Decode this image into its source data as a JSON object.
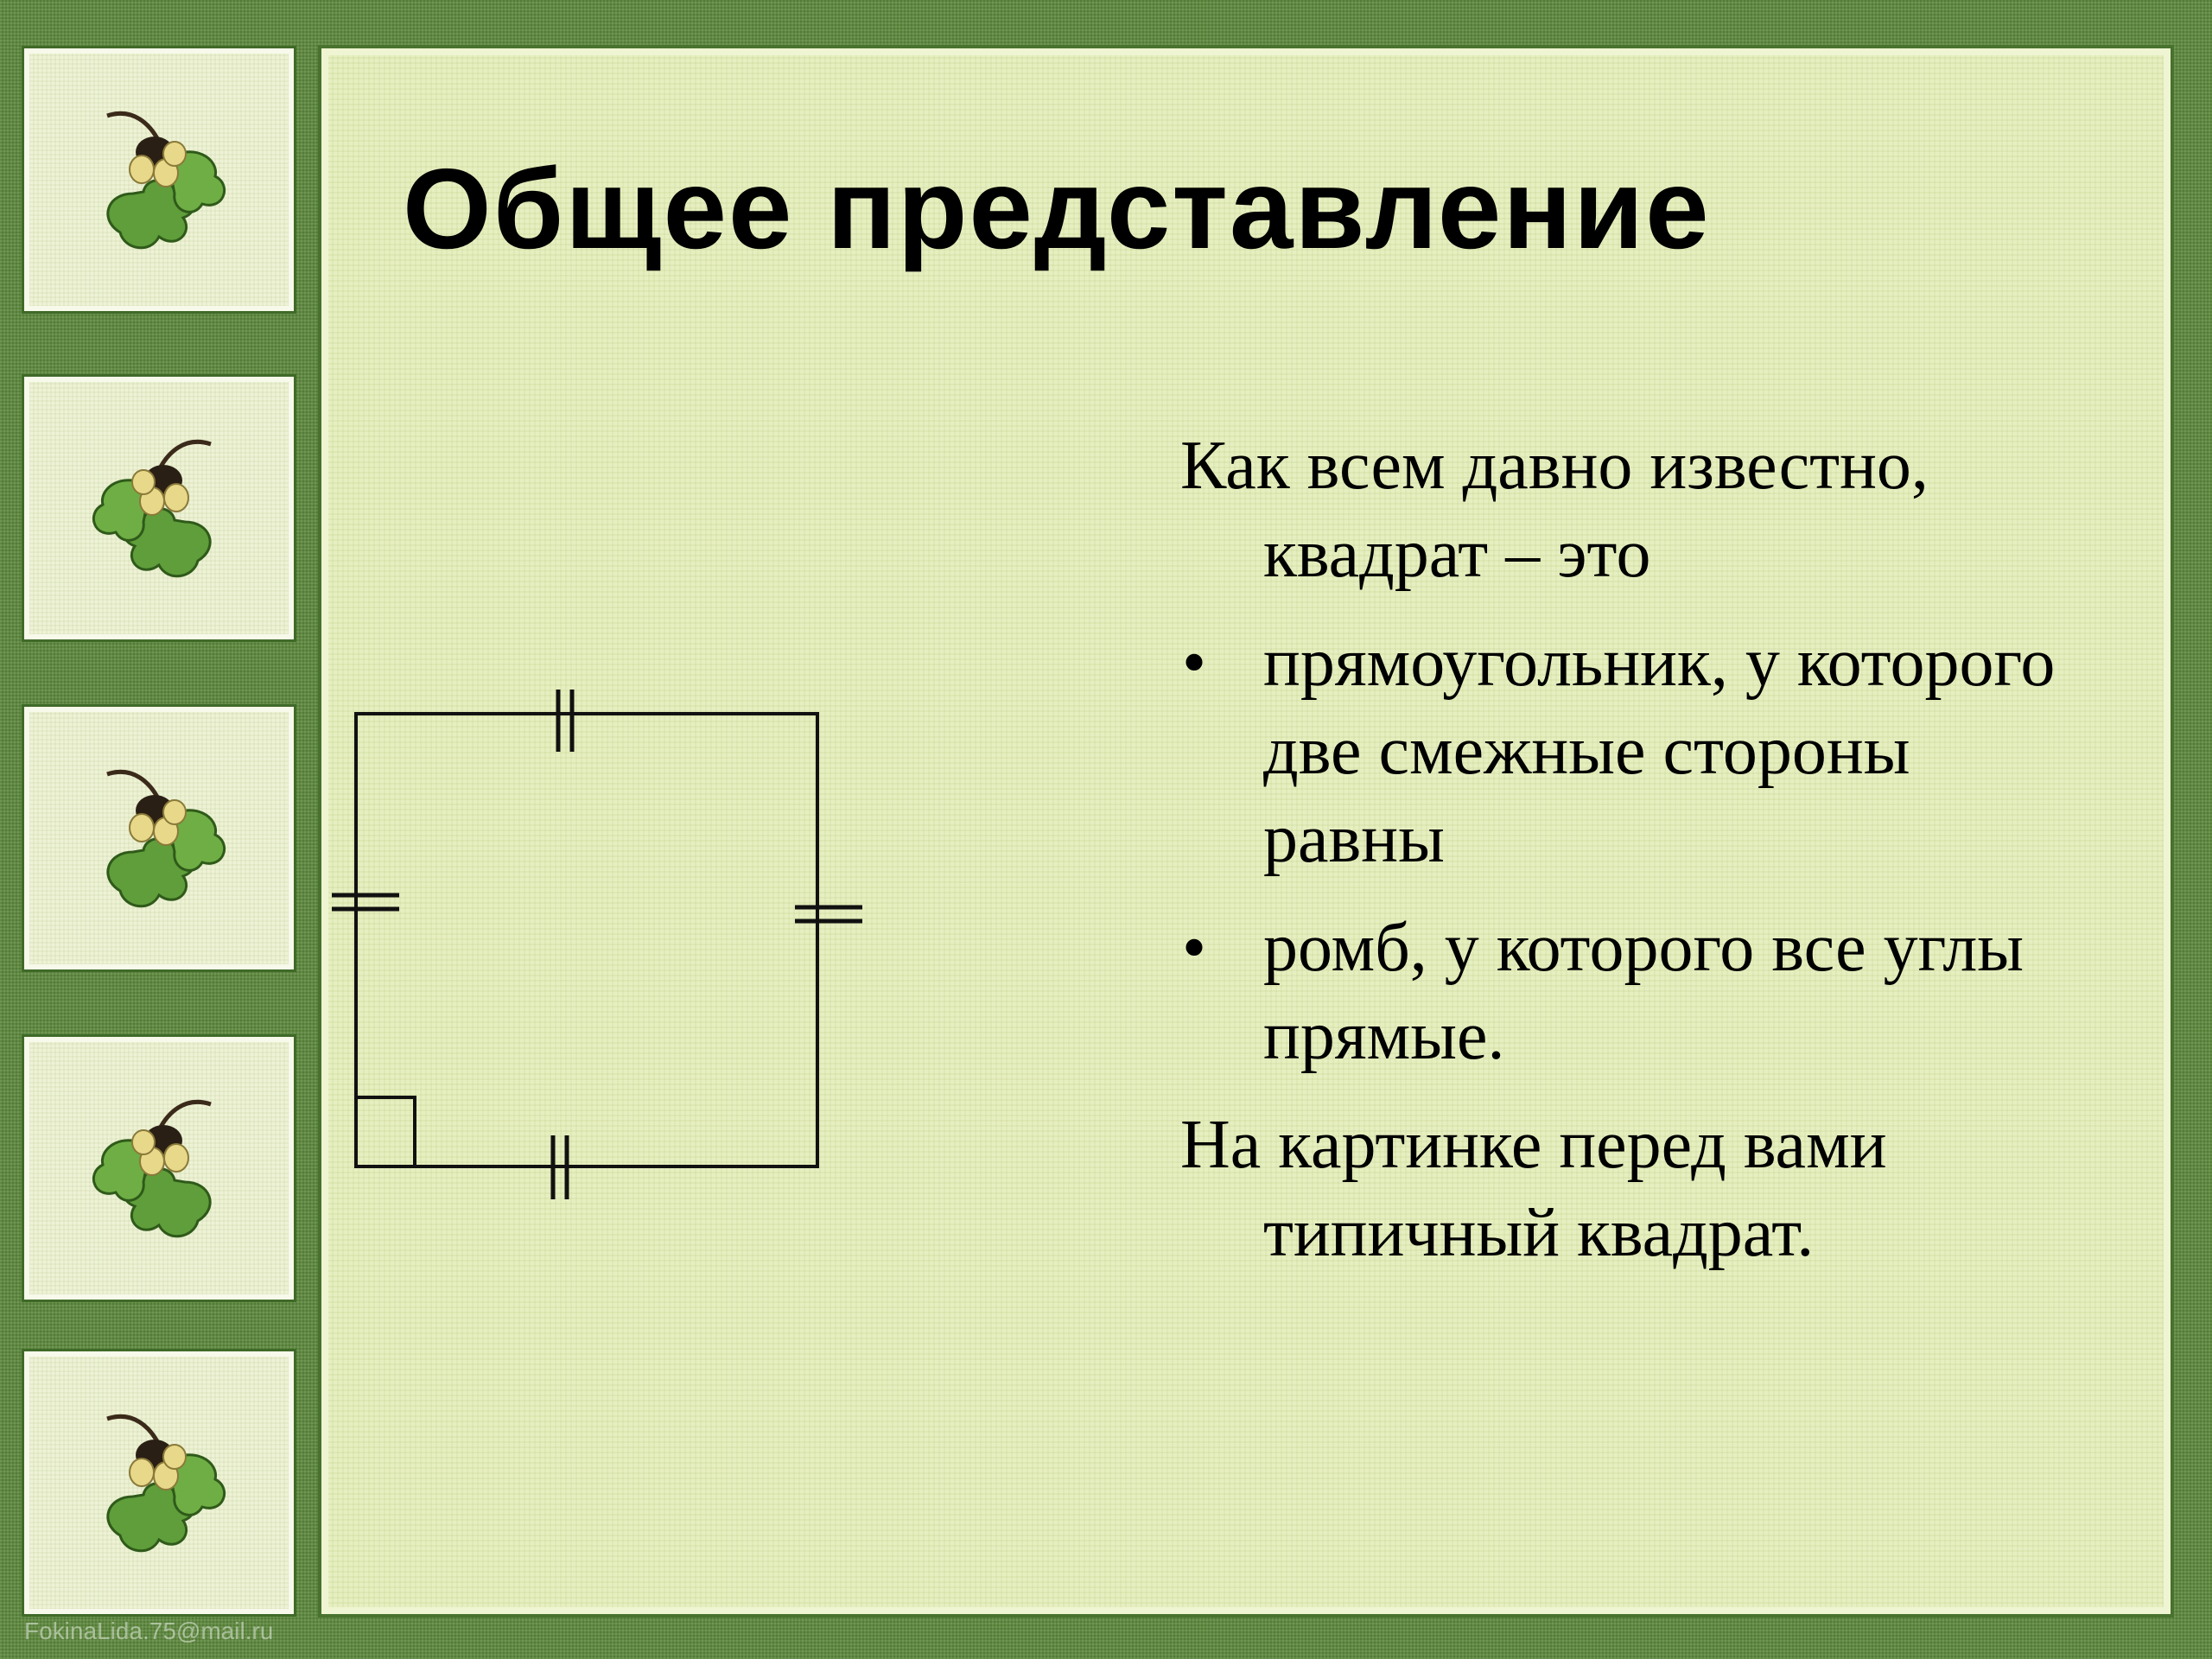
{
  "slide": {
    "title": "Общее представление",
    "intro": "Как всем давно известно, квадрат – это",
    "bullets": [
      {
        "marker": "•",
        "text": "прямоугольник, у которого две смежные стороны равны"
      },
      {
        "marker": "•",
        "text": "ромб, у которого все углы прямые."
      }
    ],
    "outro": "На картинке перед вами типичный квадрат."
  },
  "footer": {
    "credit": "FokinaLida.75@mail.ru"
  },
  "decor": {
    "tile_icon": "acorn-oak-leaf-icon",
    "frame_color": "#5e8a3e",
    "panel_color": "#e6efc0",
    "leaf_color": "#5f9e3a"
  }
}
